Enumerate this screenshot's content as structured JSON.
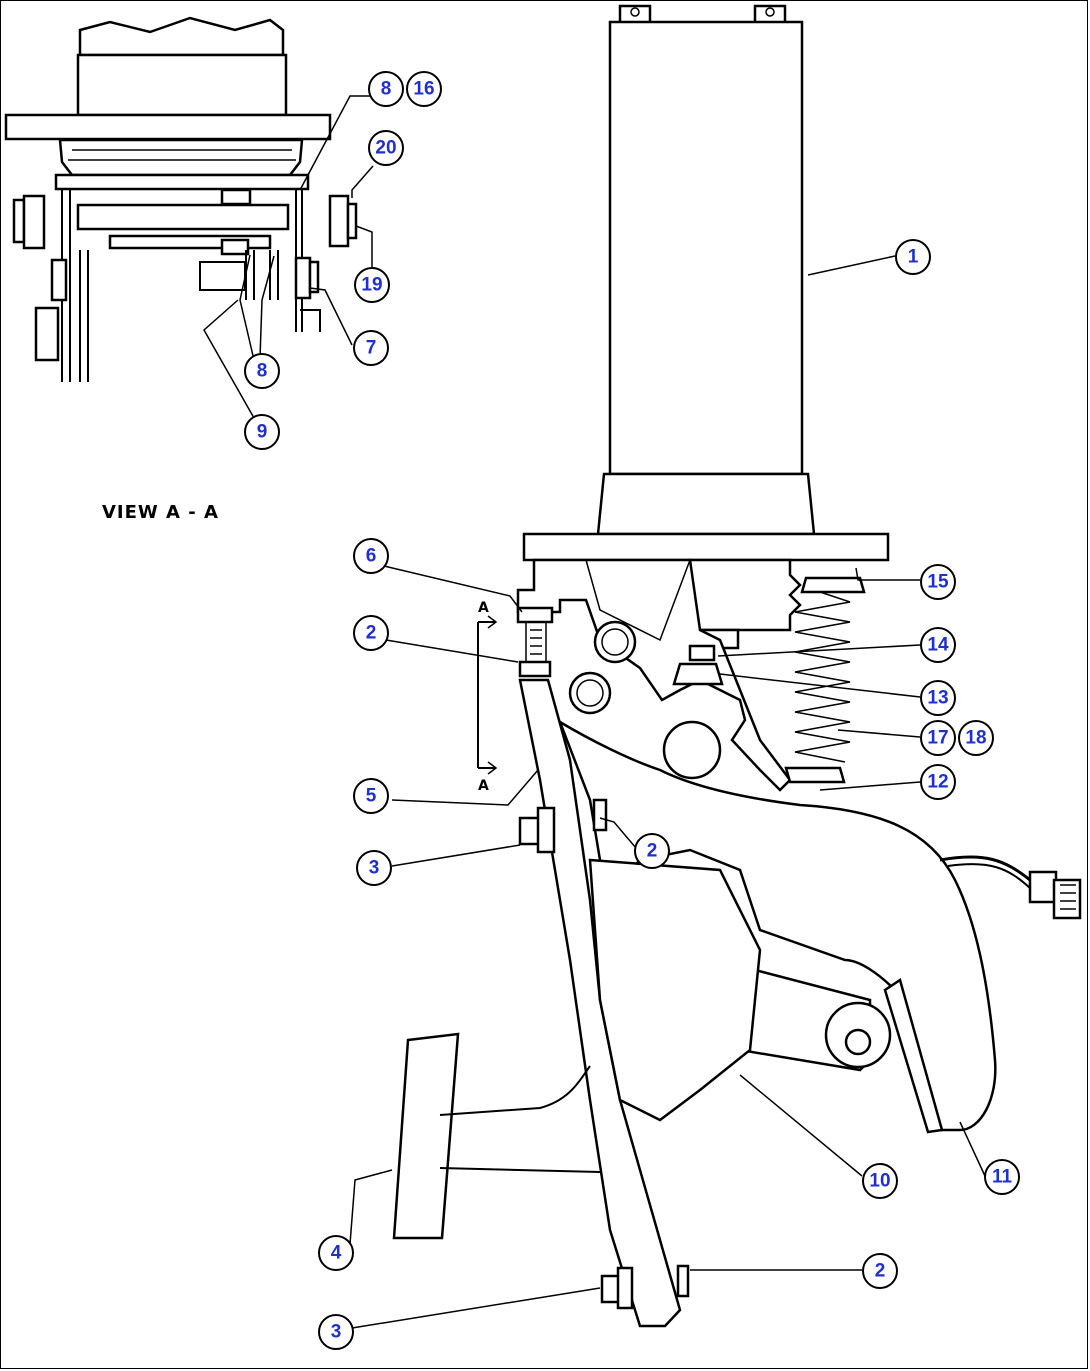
{
  "diagram": {
    "view_label": "VIEW A - A",
    "section_letter": "A",
    "callouts": {
      "c1": "1",
      "c2a": "2",
      "c2b": "2",
      "c2c": "2",
      "c3a": "3",
      "c3b": "3",
      "c4": "4",
      "c5": "5",
      "c6": "6",
      "c7": "7",
      "c8a": "8",
      "c8b": "8",
      "c9": "9",
      "c10": "10",
      "c11": "11",
      "c12": "12",
      "c13": "13",
      "c14": "14",
      "c15": "15",
      "c16": "16",
      "c17": "17",
      "c18": "18",
      "c19": "19",
      "c20": "20"
    },
    "colors": {
      "callout_text": "#1f2fd0",
      "line": "#000000",
      "background": "#ffffff"
    }
  }
}
